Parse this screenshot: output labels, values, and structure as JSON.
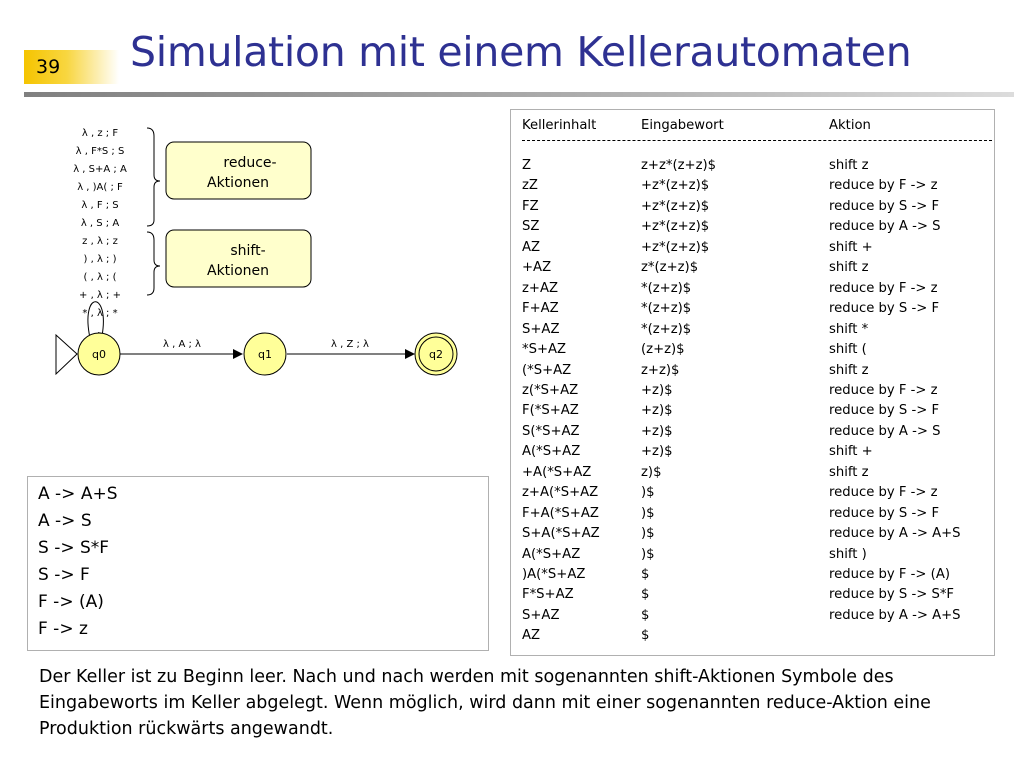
{
  "slide_number": "39",
  "title": "Simulation mit einem Kellerautomaten",
  "transition_labels": [
    "λ , z ; F",
    "λ , F*S ; S",
    "λ , S+A ; A",
    "λ , )A( ; F",
    "λ , F ; S",
    "λ , S ; A",
    "z , λ ; z",
    ") , λ ; )",
    "( , λ ; (",
    "+ , λ ; +",
    "* , λ ; *"
  ],
  "reduce_box": [
    "reduce-",
    "Aktionen"
  ],
  "shift_box": [
    "shift-",
    "Aktionen"
  ],
  "states": [
    "q0",
    "q1",
    "q2"
  ],
  "edge_q0_q1": "λ , A ; λ",
  "edge_q1_q2": "λ , Z ; λ",
  "grammar": [
    "A -> A+S",
    "A -> S",
    "S -> S*F",
    "S -> F",
    "F -> (A)",
    "F -> z"
  ],
  "trace": {
    "headers": [
      "Kellerinhalt",
      "Eingabewort",
      "Aktion"
    ],
    "rows": [
      [
        "Z",
        "z+z*(z+z)$",
        "shift z"
      ],
      [
        "zZ",
        "+z*(z+z)$",
        "reduce by F -> z"
      ],
      [
        "FZ",
        "+z*(z+z)$",
        "reduce by S -> F"
      ],
      [
        "SZ",
        "+z*(z+z)$",
        "reduce by A -> S"
      ],
      [
        "AZ",
        "+z*(z+z)$",
        "shift +"
      ],
      [
        "+AZ",
        "z*(z+z)$",
        "shift z"
      ],
      [
        "z+AZ",
        "*(z+z)$",
        "reduce by F -> z"
      ],
      [
        "F+AZ",
        "*(z+z)$",
        "reduce by S -> F"
      ],
      [
        "S+AZ",
        "*(z+z)$",
        "shift *"
      ],
      [
        "*S+AZ",
        "(z+z)$",
        "shift ("
      ],
      [
        "(*S+AZ",
        "z+z)$",
        "shift z"
      ],
      [
        "z(*S+AZ",
        "+z)$",
        "reduce by F -> z"
      ],
      [
        "F(*S+AZ",
        "+z)$",
        "reduce by S -> F"
      ],
      [
        "S(*S+AZ",
        "+z)$",
        "reduce by A -> S"
      ],
      [
        "A(*S+AZ",
        "+z)$",
        "shift +"
      ],
      [
        "+A(*S+AZ",
        "z)$",
        "shift z"
      ],
      [
        "z+A(*S+AZ",
        ")$",
        "reduce by F -> z"
      ],
      [
        "F+A(*S+AZ",
        ")$",
        "reduce by S -> F"
      ],
      [
        "S+A(*S+AZ",
        ")$",
        "reduce by A -> A+S"
      ],
      [
        "A(*S+AZ",
        ")$",
        "shift )"
      ],
      [
        ")A(*S+AZ",
        "$",
        "reduce by F -> (A)"
      ],
      [
        "F*S+AZ",
        "$",
        "reduce by S -> S*F"
      ],
      [
        "S+AZ",
        "$",
        "reduce by A -> A+S"
      ],
      [
        "AZ",
        "$",
        ""
      ]
    ]
  },
  "description": "Der Keller ist zu Beginn leer. Nach und nach werden mit sogenannten shift-Aktionen Symbole des Eingabeworts im Keller abgelegt. Wenn möglich, wird dann mit einer sogenannten reduce-Aktion eine Produktion rückwärts angewandt.",
  "colors": {
    "title": "#2e3192",
    "state_fill": "#ffff99",
    "box_fill": "#ffffcc",
    "accent": "#f5c400"
  }
}
